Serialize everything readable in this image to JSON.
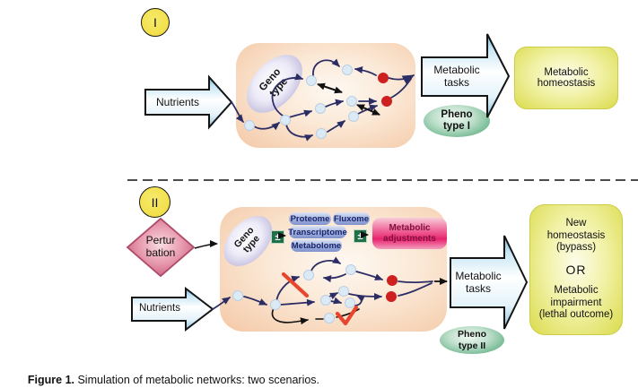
{
  "figure": {
    "caption_label": "Figure 1.",
    "caption_text": " Simulation of metabolic networks: two scenarios."
  },
  "scenario1": {
    "marker": "I",
    "nutrients": "Nutrients",
    "genotype": "Geno\ntype",
    "tasks": "Metabolic\ntasks",
    "phenotype": "Pheno\ntype I",
    "outcome": "Metabolic\nhomeostasis"
  },
  "scenario2": {
    "marker": "II",
    "perturbation": "Pertur\nbation",
    "nutrients": "Nutrients",
    "genotype": "Geno\ntype",
    "plus_minus_1": "±",
    "plus_minus_2": "±",
    "omics": [
      "Proteome",
      "Fluxome",
      "Transcriptome",
      "Metabolome"
    ],
    "adjustments": "Metabolic\nadjustments",
    "tasks": "Metabolic\ntasks",
    "phenotype": "Pheno\ntype II",
    "outcome_top": "New\nhomeostasis\n(bypass)",
    "outcome_or": "OR",
    "outcome_bottom": "Metabolic\nimpairment\n(lethal outcome)"
  },
  "palette": {
    "peach_box": "#f4c8a5",
    "navy_edge": "#2d2d66",
    "node_fill": "#dceaf6",
    "red_node": "#cf2020",
    "red_mark": "#e8452c",
    "yellow_outcome_box": "#dadb4c",
    "yellow_marker": "#f3e14d",
    "green_phenotype": "#43a06c",
    "lavender_genotype": "#a9a3cf",
    "pink_diamond": "#c45573",
    "blue_omics_pill": "#7e92cc",
    "pink_adjustments": "#e8246f",
    "green_plusminus": "#1f6f49",
    "blue_block_arrow": "#8fc3dc"
  }
}
